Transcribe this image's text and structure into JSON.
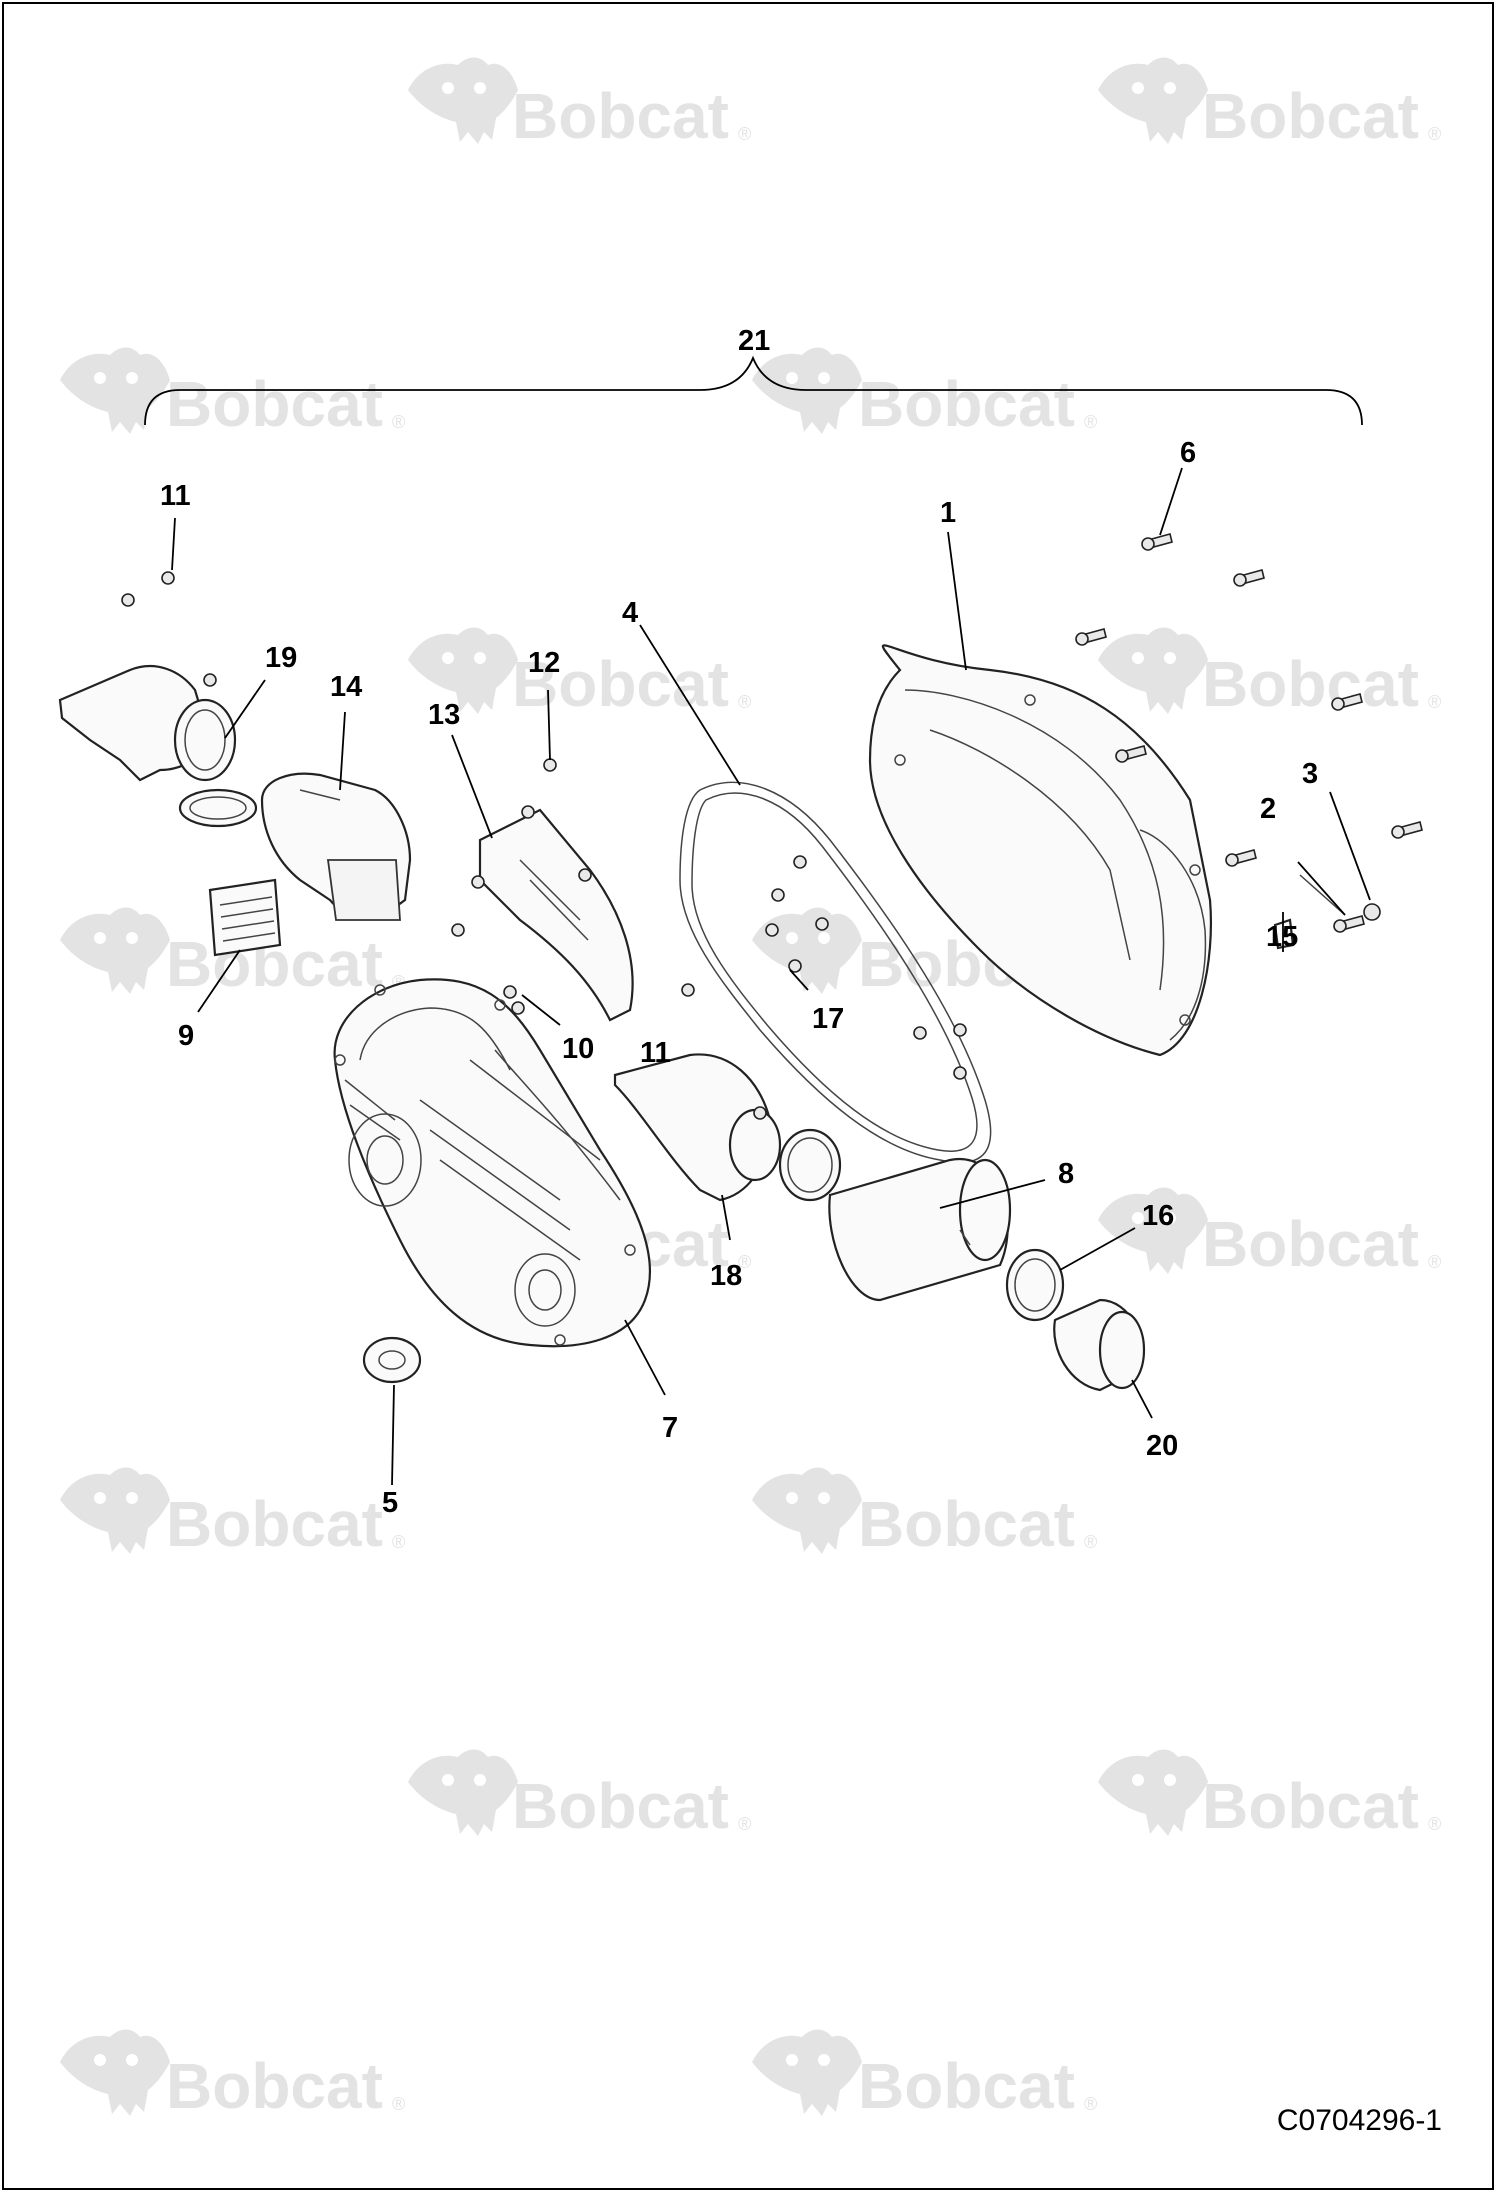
{
  "watermark": {
    "brand": "Bobcat",
    "reg_mark": "®",
    "icon": "bobcat-head-logo-icon"
  },
  "document_code": "C0704296-1",
  "callouts": {
    "c1": "1",
    "c2": "2",
    "c3": "3",
    "c4": "4",
    "c5": "5",
    "c6": "6",
    "c7": "7",
    "c8": "8",
    "c9": "9",
    "c10": "10",
    "c11a": "11",
    "c11b": "11",
    "c12": "12",
    "c13": "13",
    "c14": "14",
    "c15": "15",
    "c16": "16",
    "c17": "17",
    "c18": "18",
    "c19": "19",
    "c20": "20",
    "c21": "21"
  },
  "colors": {
    "line": "#000000",
    "watermark": "#e3e3e3",
    "background": "#ffffff"
  }
}
